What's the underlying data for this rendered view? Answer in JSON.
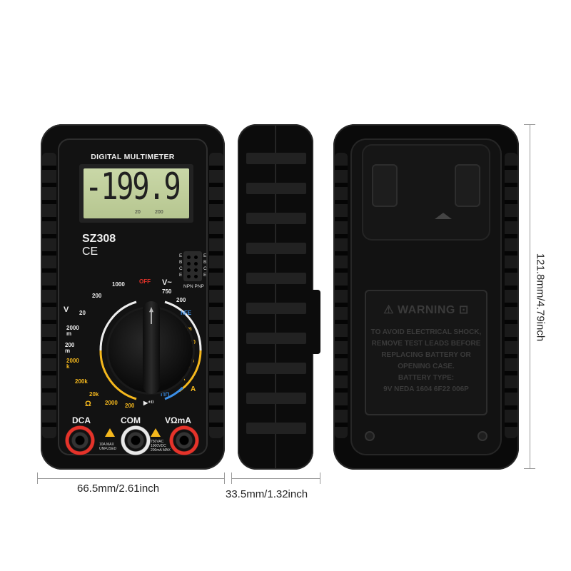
{
  "front": {
    "title": "DIGITAL MULTIMETER",
    "display": "-199.9",
    "display_sub_left": "20",
    "display_sub_right": "200",
    "model": "SZ308",
    "ce": "CE",
    "hfe_left": "E B C E",
    "hfe_right": "E B C E",
    "npn_pnp": "NPN PNP",
    "dial": {
      "off": "OFF",
      "v_ac": "V~",
      "ac_750": "750",
      "ac_200": "200",
      "hfe": "hFE",
      "dc_1000": "1000",
      "dc_200a": "200",
      "v_dc": "V",
      "dc_20": "20",
      "dc_2000m": "2000 m",
      "dc_200m": "200 m",
      "r_2000k": "2000 k",
      "r_200k": "200k",
      "r_20k": "20k",
      "r_2000": "2000",
      "r_200": "200",
      "ohm": "Ω",
      "a_2m": "2m",
      "a_20m": "20 m",
      "a_200m": "200 m",
      "a_10a": "10A",
      "a_dc": "A",
      "square": "⊓⊓",
      "diode": "▶⁺⁾⁾"
    },
    "jacks": {
      "dca": "DCA",
      "com": "COM",
      "vma": "VΩmA",
      "note_left": "10A MAX UNFUSED",
      "note_right": "750VAC 1000VDC 200mA MAX"
    }
  },
  "back": {
    "warning_title": "WARNING",
    "lines": [
      "TO AVOID ELECTRICAL SHOCK,",
      "REMOVE TEST LEADS BEFORE",
      "REPLACING BATTERY OR",
      "OPENING CASE.",
      "BATTERY TYPE:",
      "9V NEDA 1604 6F22 006P"
    ]
  },
  "dimensions": {
    "width": "66.5mm/2.61inch",
    "depth": "33.5mm/1.32inch",
    "height": "121.8mm/4.79inch"
  },
  "colors": {
    "accent_yellow": "#f5b81d",
    "accent_blue": "#3b8ee6",
    "accent_red": "#e5332a",
    "lcd": "#c2d19e"
  }
}
